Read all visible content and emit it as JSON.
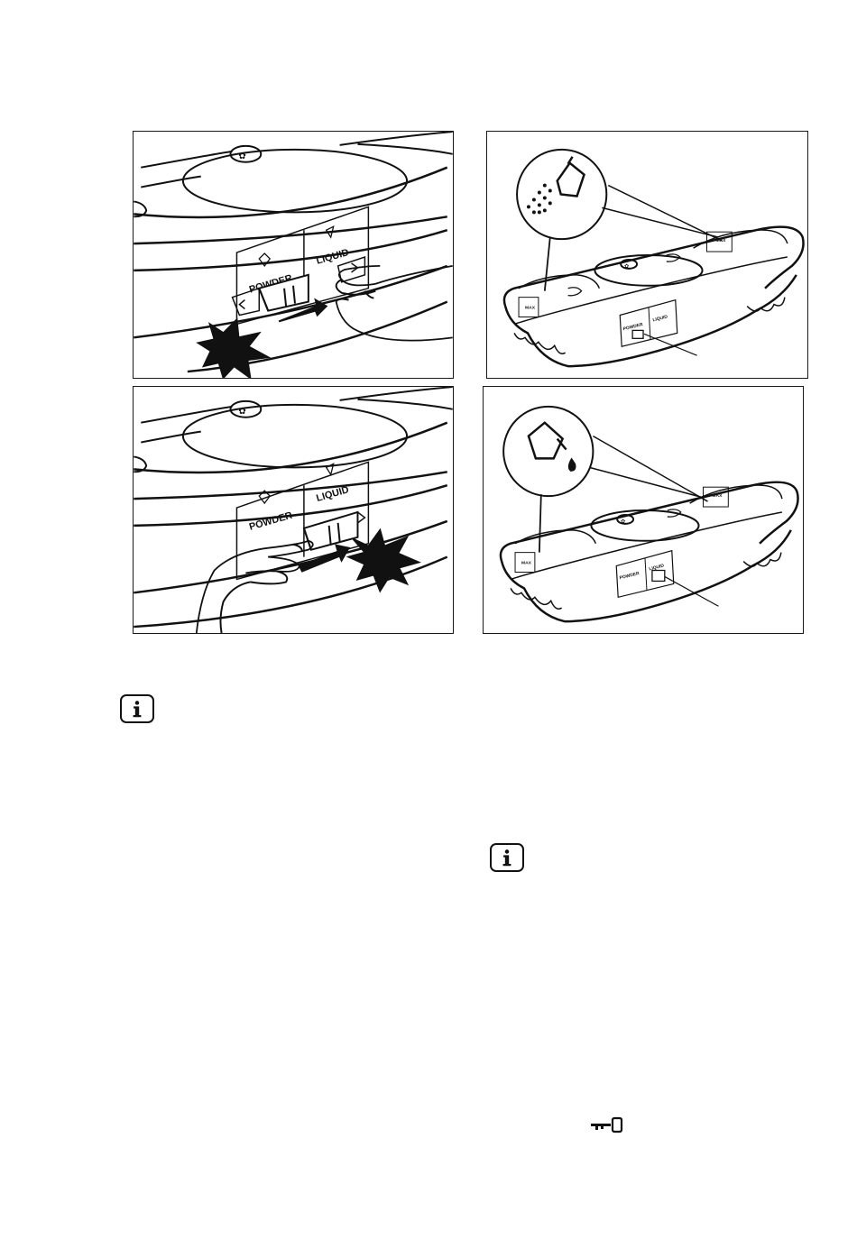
{
  "figure_top_left": {
    "label_powder": "POWDER",
    "label_liquid": "LIQUID"
  },
  "figure_top_right": {
    "label_powder": "POWDER",
    "label_liquid": "LIQUID",
    "label_max": "MAX"
  },
  "figure_bottom_left": {
    "label_powder": "POWDER",
    "label_liquid": "LIQUID"
  },
  "figure_bottom_right": {
    "label_powder": "POWDER",
    "label_liquid": "LIQUID",
    "label_max": "MAX"
  },
  "icons": {
    "info_1": "info-icon",
    "info_2": "info-icon",
    "key": "key-lock-icon",
    "powder": "powder-detergent-icon",
    "liquid": "liquid-detergent-icon"
  }
}
